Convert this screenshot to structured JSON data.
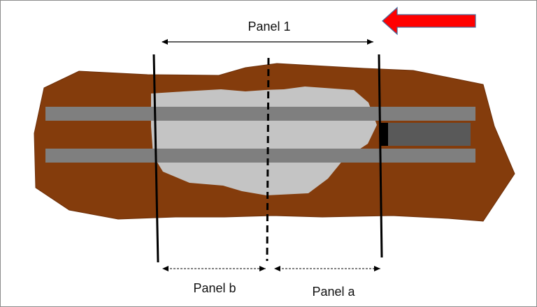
{
  "labels": {
    "panel_1": "Panel 1",
    "panel_b": "Panel b",
    "panel_a": "Panel a"
  },
  "colors": {
    "rock": "#843c0c",
    "rock_outline": "#6e300a",
    "cement": "#c4c4c4",
    "casing": "#7f7f7f",
    "inner_pipe": "#595959",
    "pipe_end": "#000000",
    "arrow_fill": "#ff0000",
    "arrow_outline": "#4a6a9a",
    "line": "#000000"
  },
  "icons": {
    "direction_arrow": "left-arrow-icon"
  }
}
